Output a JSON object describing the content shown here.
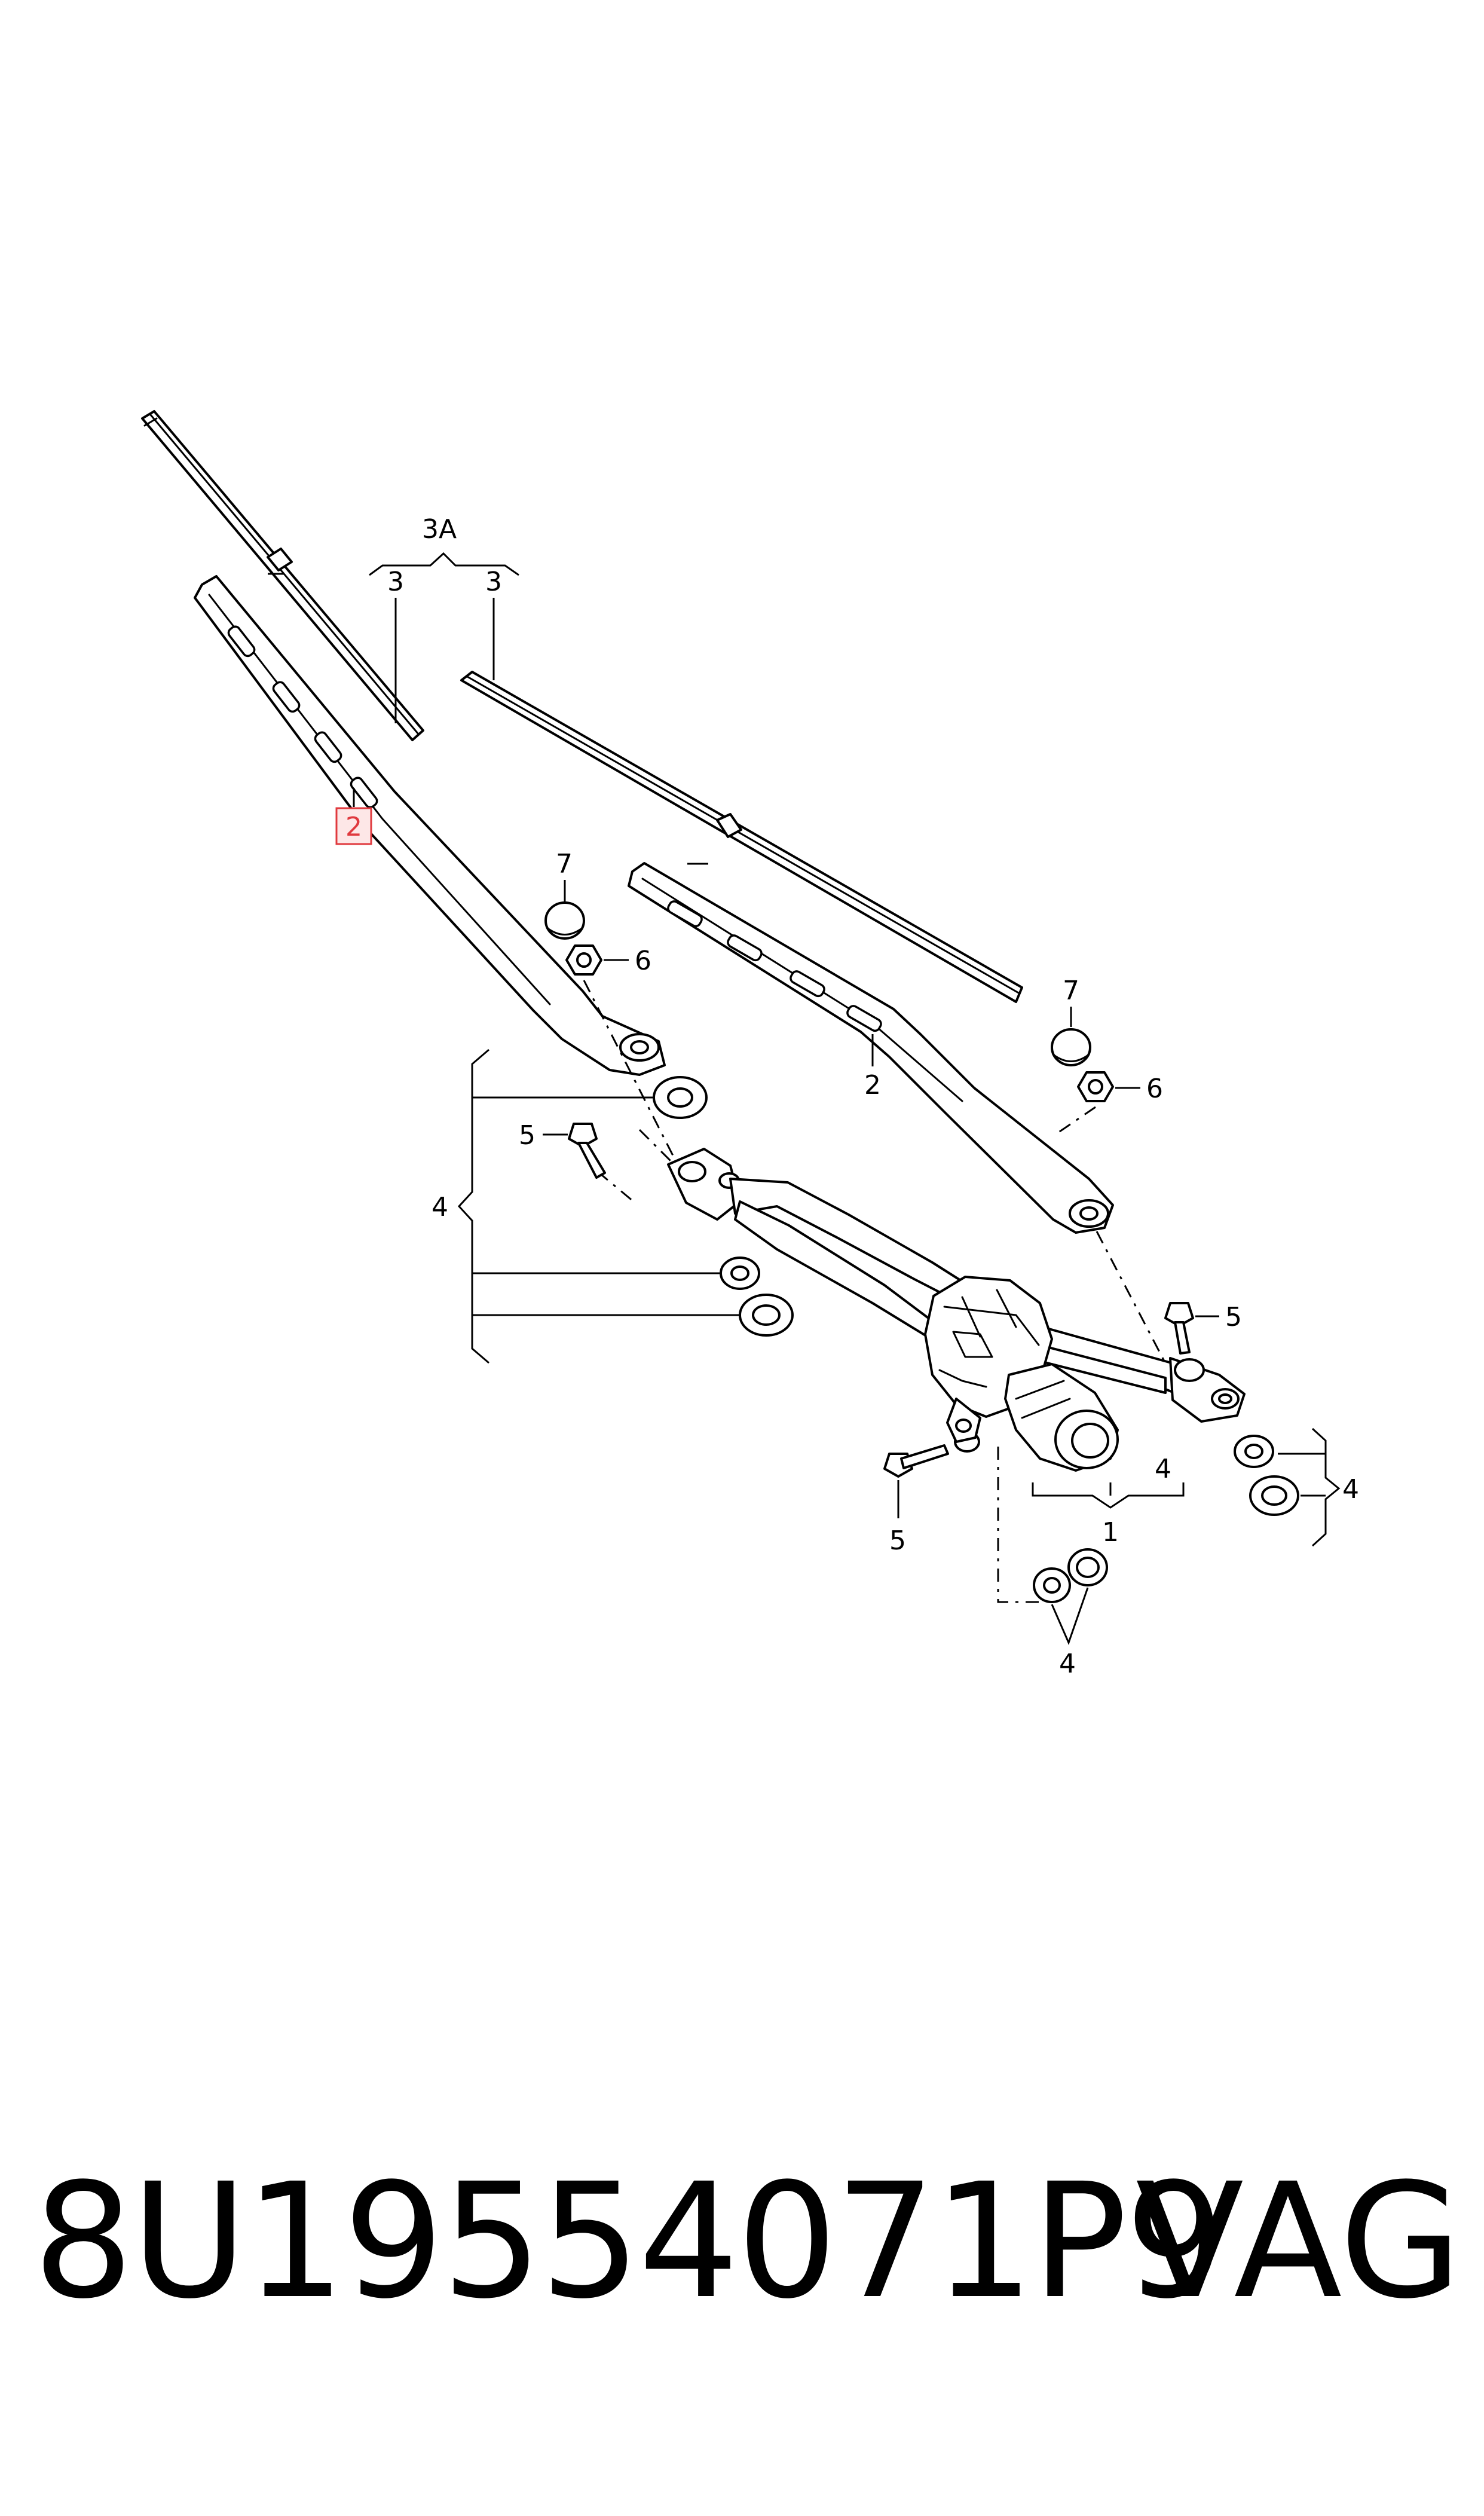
{
  "diagram": {
    "callouts": {
      "c3a": "3A",
      "c3_left": "3",
      "c3_right": "3",
      "c2_left": "2",
      "c2_right": "2",
      "c7_left": "7",
      "c6_left": "6",
      "c7_right": "7",
      "c6_right": "6",
      "c5_left": "5",
      "c4_left": "4",
      "c5_right": "5",
      "c4_mid": "4",
      "c1": "1",
      "c4_right": "4",
      "c5_bottom": "5",
      "c4_bottom": "4"
    },
    "highlighted_callout": "2",
    "highlight_color": "#e0393e"
  },
  "footer": {
    "part_number": "8U19554071P9",
    "brand": "VAG"
  }
}
